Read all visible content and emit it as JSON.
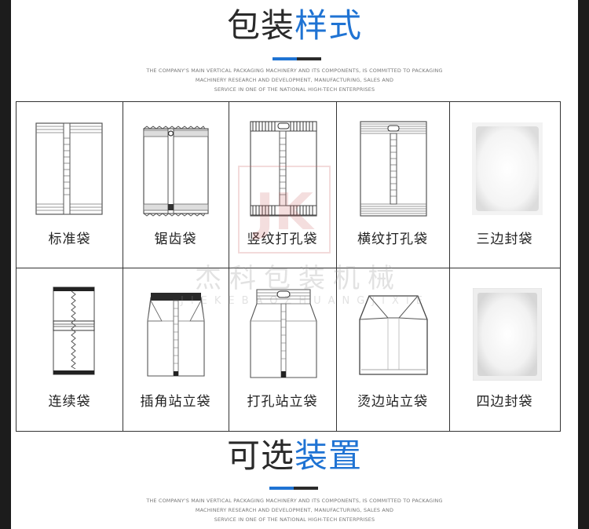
{
  "section1": {
    "title_dark": "包装",
    "title_accent": "样式",
    "subtitle_lines": [
      "THE COMPANY'S MAIN VERTICAL PACKAGING MACHINERY AND ITS COMPONENTS, IS COMMITTED TO PACKAGING",
      "MACHINERY RESEARCH AND DEVELOPMENT, MANUFACTURING, SALES AND",
      "SERVICE IN ONE OF THE NATIONAL HIGH-TECH ENTERPRISES"
    ]
  },
  "bag_styles": [
    {
      "label": "标准袋",
      "icon": "standard-bag-icon"
    },
    {
      "label": "锯齿袋",
      "icon": "zigzag-bag-icon"
    },
    {
      "label": "竖纹打孔袋",
      "icon": "vertical-stripe-punch-bag-icon"
    },
    {
      "label": "横纹打孔袋",
      "icon": "horizontal-stripe-punch-bag-icon"
    },
    {
      "label": "三边封袋",
      "icon": "three-side-seal-bag-icon"
    },
    {
      "label": "连续袋",
      "icon": "continuous-bag-icon"
    },
    {
      "label": "插角站立袋",
      "icon": "gusset-stand-up-bag-icon"
    },
    {
      "label": "打孔站立袋",
      "icon": "punch-stand-up-bag-icon"
    },
    {
      "label": "烫边站立袋",
      "icon": "hot-edge-stand-up-bag-icon"
    },
    {
      "label": "四边封袋",
      "icon": "four-side-seal-bag-icon"
    }
  ],
  "watermark": {
    "logo_text": "JK",
    "main": "杰科包装机械",
    "sub": "JIEKEBAOZHUANGJIXIE"
  },
  "section2": {
    "title_dark": "可选",
    "title_accent": "装置",
    "subtitle_lines": [
      "THE COMPANY'S MAIN VERTICAL PACKAGING MACHINERY AND ITS COMPONENTS, IS COMMITTED TO PACKAGING",
      "MACHINERY RESEARCH AND DEVELOPMENT, MANUFACTURING, SALES AND",
      "SERVICE IN ONE OF THE NATIONAL HIGH-TECH ENTERPRISES"
    ]
  },
  "colors": {
    "accent": "#1f73d3",
    "dark": "#2a2a2a",
    "frame": "#1c1c1c"
  }
}
